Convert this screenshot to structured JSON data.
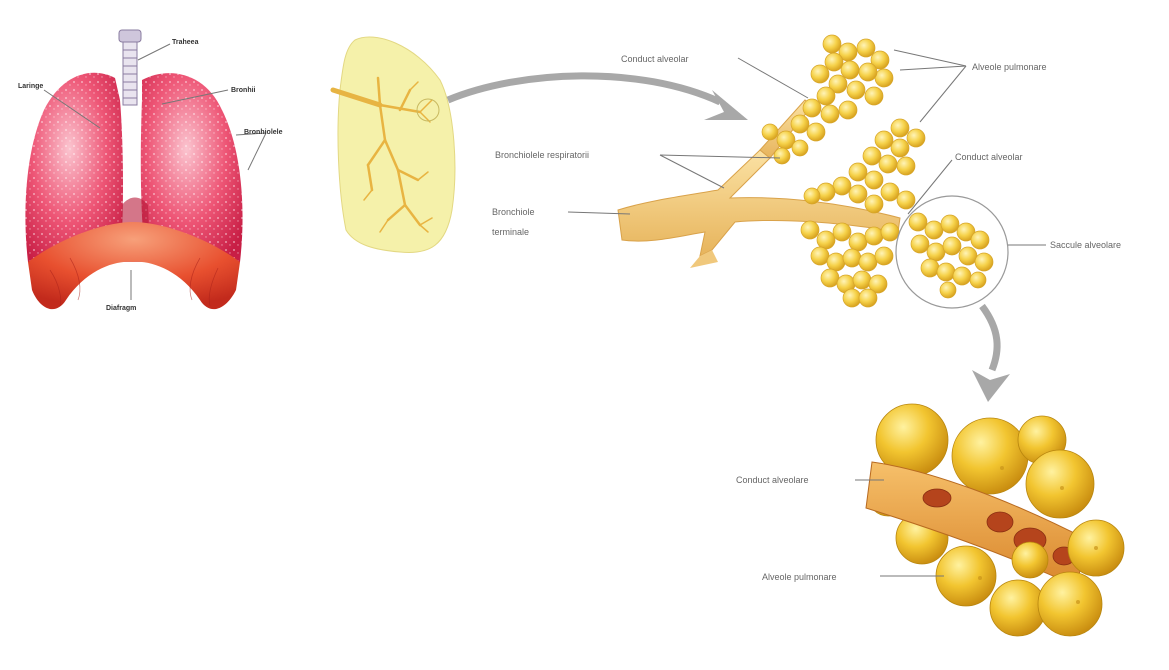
{
  "lungs_labels": {
    "trachea": "Traheea",
    "larynx": "Laringe",
    "bronchus": "Bronhii",
    "bronchioles": "Bronhiolele",
    "diaphragm": "Diafragm"
  },
  "detail_labels": {
    "alveolar_duct_top": "Conduct alveolar",
    "pulmonary_alveoli": "Alveole pulmonare",
    "respiratory_bronchioles": "Bronchiolele respiratorii",
    "alveolar_duct_mid": "Conduct alveolar",
    "terminal_bronchiole_line1": "Bronchiole",
    "terminal_bronchiole_line2": "terminale",
    "alveolar_sac": "Saccule alveolare"
  },
  "zoom_labels": {
    "alveolar_duct": "Conduct alveolare",
    "pulmonary_alveoli": "Alveole pulmonare"
  },
  "colors": {
    "lung": "#e8325a",
    "diaphragm": "#e84e3a",
    "lobe": "#f3efa0",
    "bronchiole": "#f3c56a",
    "alveolus": "#f7d44a",
    "arrow": "#a8a8a8"
  }
}
